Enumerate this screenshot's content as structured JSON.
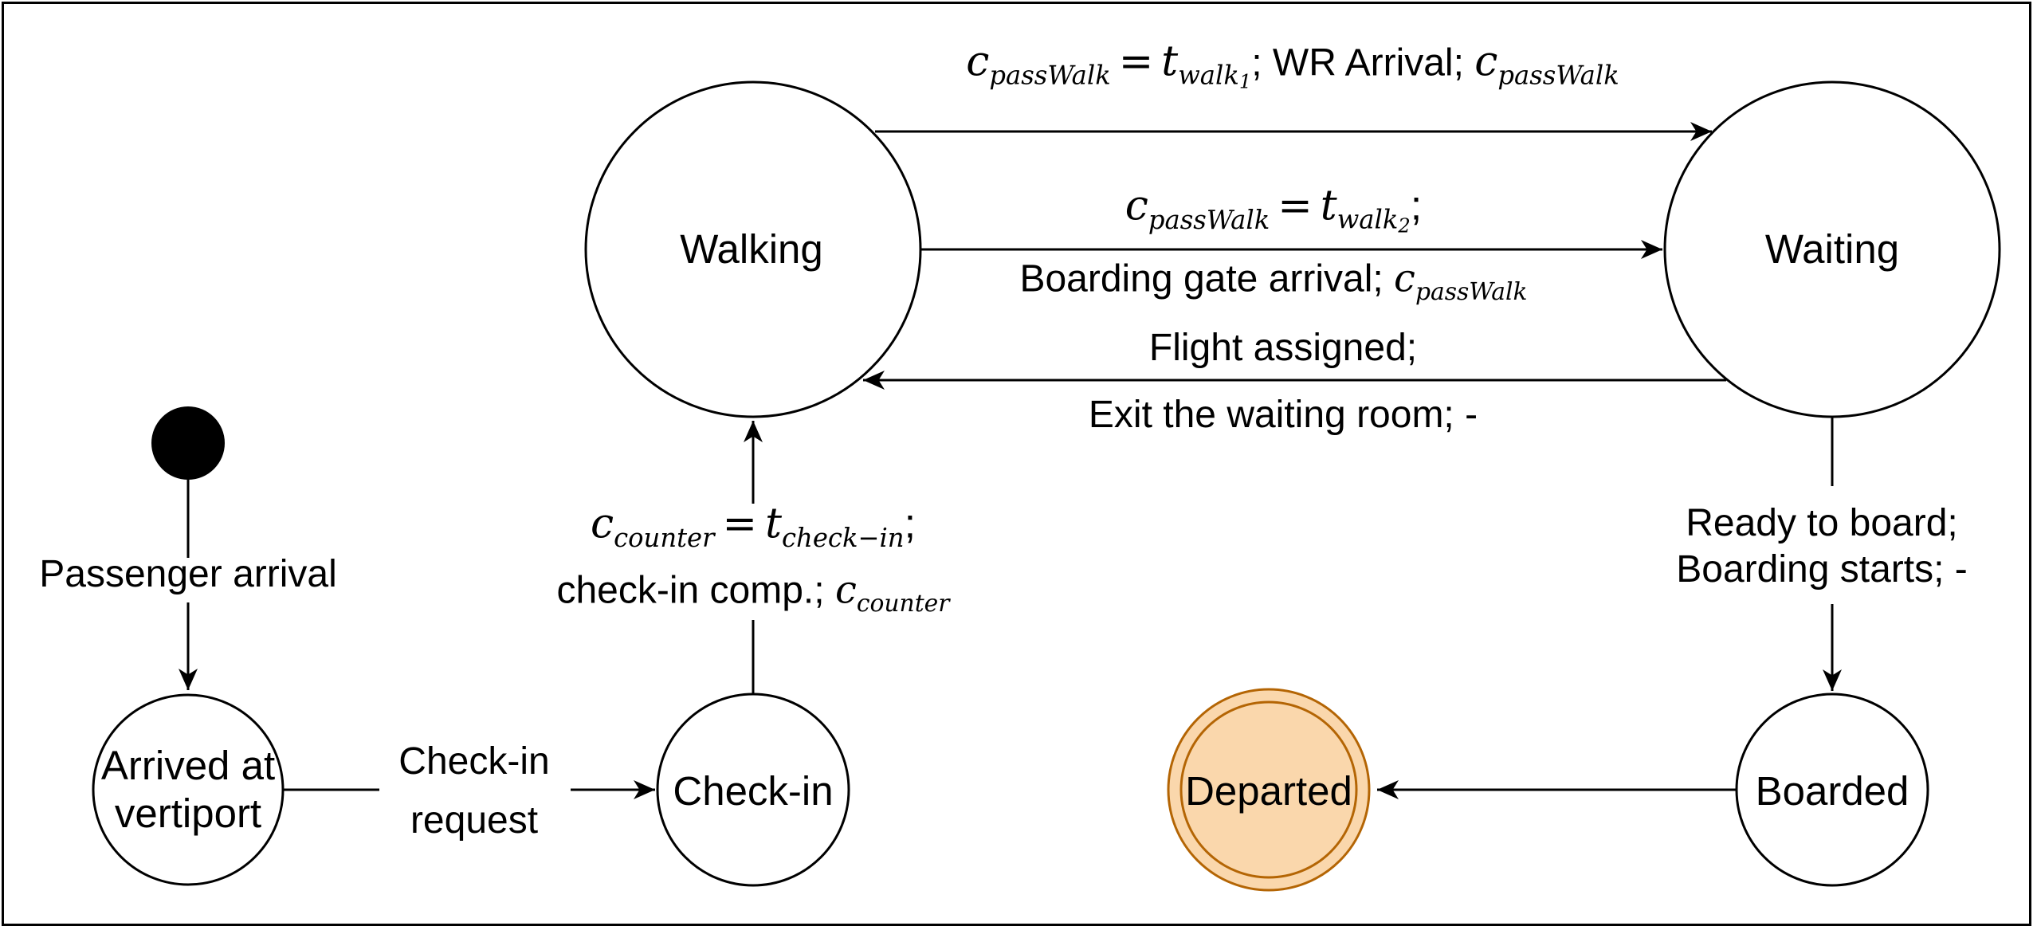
{
  "colors": {
    "stroke": "#000000",
    "final_state_fill": "#fad7ac",
    "final_state_stroke": "#b46504"
  },
  "states": {
    "initial": "",
    "arrived": {
      "line1": "Arrived at",
      "line2": "vertiport"
    },
    "checkin": "Check-in",
    "walking": "Walking",
    "waiting": "Waiting",
    "boarded": "Boarded",
    "departed": "Departed"
  },
  "transitions": {
    "passenger_arrival": "Passenger arrival",
    "checkin_request": {
      "line1": "Check-in",
      "line2": "request"
    },
    "checkin_complete": {
      "guard_var": "c",
      "guard_var_sub": "counter",
      "op": "=",
      "guard_val": "t",
      "guard_val_sub": "check−in",
      "sep": ";",
      "event": "check-in comp.; ",
      "action_var": "c",
      "action_var_sub": "counter"
    },
    "walk_to_wr": {
      "guard_var": "c",
      "guard_var_sub": "passWalk",
      "op": "=",
      "guard_val": "t",
      "guard_val_sub": "walk",
      "guard_val_subsub": "1",
      "event": "; WR Arrival; ",
      "action_var": "c",
      "action_var_sub": "passWalk"
    },
    "walk_to_gate": {
      "guard_var": "c",
      "guard_var_sub": "passWalk",
      "op": "=",
      "guard_val": "t",
      "guard_val_sub": "walk",
      "guard_val_subsub": "2",
      "sep": ";",
      "event": "Boarding gate arrival; ",
      "action_var": "c",
      "action_var_sub": "passWalk"
    },
    "flight_assigned": {
      "line1": "Flight assigned;",
      "line2": "Exit the waiting room; -"
    },
    "ready_to_board": {
      "line1": "Ready to board;",
      "line2": "Boarding starts; -"
    }
  }
}
